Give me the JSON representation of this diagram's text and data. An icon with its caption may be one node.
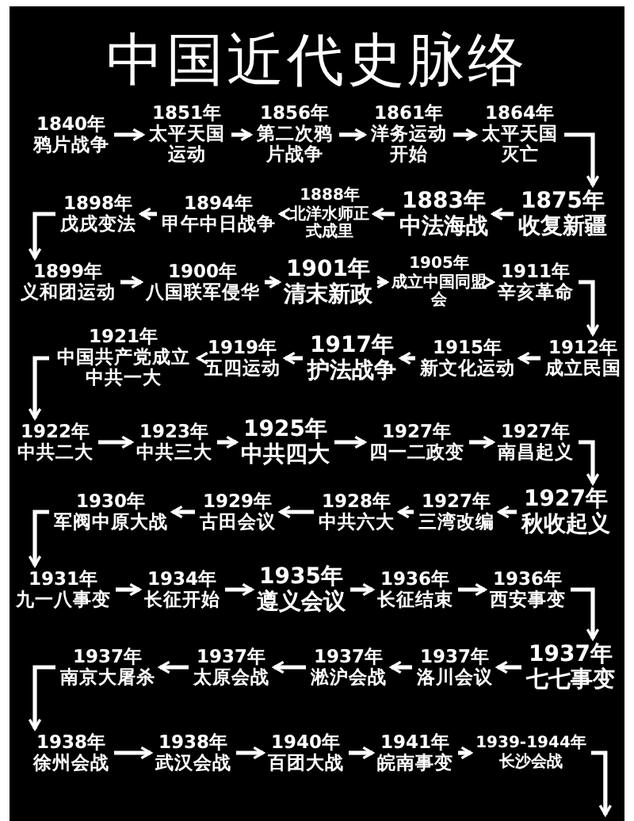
{
  "diagram": {
    "title": "中国近代史脉络",
    "nodes": [
      {
        "text": [
          "1840年",
          "鸦片战争"
        ]
      },
      {
        "text": [
          "1851年",
          "太平天国运动"
        ]
      },
      {
        "text": [
          "1856年",
          "第二次鸦片战争"
        ]
      },
      {
        "text": [
          "1861年",
          "洋务运动开始"
        ]
      },
      {
        "text": [
          "1864年",
          "太平天国灭亡"
        ]
      },
      {
        "text": [
          "1875年",
          "收复新疆"
        ]
      },
      {
        "text": [
          "1883年",
          "中法海战"
        ]
      },
      {
        "text": [
          "1888年",
          "北洋水师正式成里"
        ]
      },
      {
        "text": [
          "1894年",
          "甲午中日战争"
        ]
      },
      {
        "text": [
          "1898年",
          "戊戌变法"
        ]
      },
      {
        "text": [
          "1899年",
          "义和团运动"
        ]
      },
      {
        "text": [
          "1900年",
          "八国联军侵华"
        ]
      },
      {
        "text": [
          "1901年",
          "清末新政"
        ]
      },
      {
        "text": [
          "1905年",
          "成立中国同盟会"
        ]
      },
      {
        "text": [
          "1911年",
          "辛亥革命"
        ]
      },
      {
        "text": [
          "1912年",
          "成立民国"
        ]
      },
      {
        "text": [
          "1915年",
          "新文化运动"
        ]
      },
      {
        "text": [
          "1917年",
          "护法战争"
        ]
      },
      {
        "text": [
          "1919年",
          "五四运动"
        ]
      },
      {
        "text": [
          "1921年",
          "中国共产党成立中共一大"
        ]
      },
      {
        "text": [
          "1922年",
          "中共二大"
        ]
      },
      {
        "text": [
          "1923年",
          "中共三大"
        ]
      },
      {
        "text": [
          "1925年",
          "中共四大"
        ]
      },
      {
        "text": [
          "1927年",
          "四一二政变"
        ]
      },
      {
        "text": [
          "1927年",
          "南昌起义"
        ]
      },
      {
        "text": [
          "1927年",
          "秋收起义"
        ]
      },
      {
        "text": [
          "1927年",
          "三湾改编"
        ]
      },
      {
        "text": [
          "1928年",
          "中共六大"
        ]
      },
      {
        "text": [
          "1929年",
          "古田会议"
        ]
      },
      {
        "text": [
          "1930年",
          "军阀中原大战"
        ]
      },
      {
        "text": [
          "1931年",
          "九一八事变"
        ]
      },
      {
        "text": [
          "1934年",
          "长征开始"
        ]
      },
      {
        "text": [
          "1935年",
          "遵义会议"
        ]
      },
      {
        "text": [
          "1936年",
          "长征结束"
        ]
      },
      {
        "text": [
          "1936年",
          "西安事变"
        ]
      },
      {
        "text": [
          "1937年",
          "七七事变"
        ]
      },
      {
        "text": [
          "1937年",
          "洛川会议"
        ]
      },
      {
        "text": [
          "1937年",
          "淞沪会战"
        ]
      },
      {
        "text": [
          "1937年",
          "太原会战"
        ]
      },
      {
        "text": [
          "1937年",
          "南京大屠杀"
        ]
      },
      {
        "text": [
          "1938年",
          "徐州会战"
        ]
      },
      {
        "text": [
          "1938年",
          "武汉会战"
        ]
      },
      {
        "text": [
          "1940年",
          "百团大战"
        ]
      },
      {
        "text": [
          "1941年",
          "皖南事变"
        ]
      },
      {
        "text": [
          "1939-1944年",
          "长沙会战"
        ]
      }
    ],
    "edges": [
      {
        "from": 0,
        "to": 1,
        "arrow": "to"
      },
      {
        "from": 1,
        "to": 2,
        "arrow": "to"
      },
      {
        "from": 2,
        "to": 3,
        "arrow": "to"
      },
      {
        "from": 3,
        "to": 4,
        "arrow": "to"
      },
      {
        "from": 4,
        "to": 5,
        "arrow": "to"
      },
      {
        "from": 5,
        "to": 6,
        "arrow": "to"
      },
      {
        "from": 6,
        "to": 7,
        "arrow": "to"
      },
      {
        "from": 7,
        "to": 8,
        "arrow": "to"
      },
      {
        "from": 8,
        "to": 9,
        "arrow": "to"
      },
      {
        "from": 9,
        "to": 10,
        "arrow": "to"
      },
      {
        "from": 10,
        "to": 11,
        "arrow": "to"
      },
      {
        "from": 11,
        "to": 12,
        "arrow": "to"
      },
      {
        "from": 12,
        "to": 13,
        "arrow": "to"
      },
      {
        "from": 13,
        "to": 14,
        "arrow": "to"
      },
      {
        "from": 14,
        "to": 15,
        "arrow": "to"
      },
      {
        "from": 15,
        "to": 16,
        "arrow": "to"
      },
      {
        "from": 16,
        "to": 17,
        "arrow": "to"
      },
      {
        "from": 17,
        "to": 18,
        "arrow": "to"
      },
      {
        "from": 18,
        "to": 19,
        "arrow": "to"
      },
      {
        "from": 19,
        "to": 20,
        "arrow": "to"
      },
      {
        "from": 20,
        "to": 21,
        "arrow": "to"
      },
      {
        "from": 21,
        "to": 22,
        "arrow": "to"
      },
      {
        "from": 22,
        "to": 23,
        "arrow": "to"
      },
      {
        "from": 23,
        "to": 24,
        "arrow": "to"
      },
      {
        "from": 24,
        "to": 25,
        "arrow": "to"
      },
      {
        "from": 25,
        "to": 26,
        "arrow": "to"
      },
      {
        "from": 26,
        "to": 27,
        "arrow": "to"
      },
      {
        "from": 27,
        "to": 28,
        "arrow": "to"
      },
      {
        "from": 28,
        "to": 29,
        "arrow": "to"
      },
      {
        "from": 29,
        "to": 30,
        "arrow": "to"
      },
      {
        "from": 30,
        "to": 31,
        "arrow": "to"
      },
      {
        "from": 31,
        "to": 32,
        "arrow": "to"
      },
      {
        "from": 32,
        "to": 33,
        "arrow": "to"
      },
      {
        "from": 33,
        "to": 34,
        "arrow": "to"
      },
      {
        "from": 34,
        "to": 35,
        "arrow": "to"
      },
      {
        "from": 35,
        "to": 36,
        "arrow": "to"
      },
      {
        "from": 36,
        "to": 37,
        "arrow": "to"
      },
      {
        "from": 37,
        "to": 38,
        "arrow": "to"
      },
      {
        "from": 38,
        "to": 39,
        "arrow": "to"
      },
      {
        "from": 39,
        "to": 40,
        "arrow": "to"
      },
      {
        "from": 40,
        "to": 41,
        "arrow": "to"
      },
      {
        "from": 41,
        "to": 42,
        "arrow": "to"
      },
      {
        "from": 42,
        "to": 43,
        "arrow": "to"
      },
      {
        "from": 43,
        "to": 44,
        "arrow": "to"
      },
      {
        "from": 44,
        "to": null,
        "arrow": "to"
      }
    ]
  }
}
